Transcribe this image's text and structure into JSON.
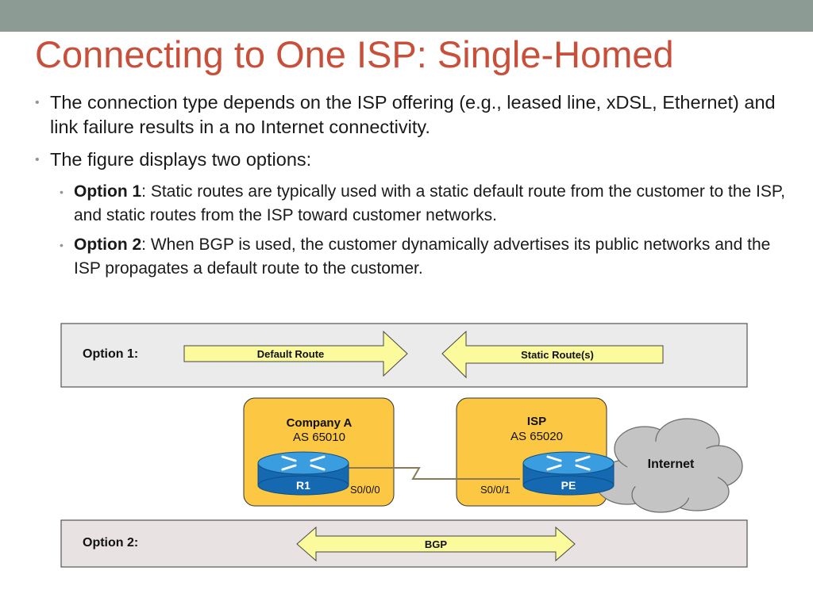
{
  "slide": {
    "title": "Connecting to One ISP: Single-Homed",
    "bullet1": "The connection type depends on the ISP offering (e.g., leased line, xDSL, Ethernet) and link failure results in a no Internet connectivity.",
    "bullet2": "The figure displays two options:",
    "option1_label": "Option 1",
    "option1_text": ": Static routes are typically used with a static default route from the customer to the ISP, and static routes from the ISP toward customer networks.",
    "option2_label": "Option 2",
    "option2_text": ": When BGP is used, the customer dynamically advertises its public networks and the ISP propagates a default route to the customer."
  },
  "diagram": {
    "option1_box_label": "Option 1:",
    "default_route": "Default Route",
    "static_routes": "Static Route(s)",
    "company_name": "Company A",
    "company_as": "AS 65010",
    "router_r1": "R1",
    "r1_interface": "S0/0/0",
    "isp_name": "ISP",
    "isp_as": "AS 65020",
    "router_pe": "PE",
    "pe_interface": "S0/0/1",
    "internet": "Internet",
    "option2_box_label": "Option 2:",
    "bgp": "BGP"
  },
  "colors": {
    "title": "#c8503a",
    "top_bar": "#8c9c94",
    "arrow_fill": "#fbfa9c",
    "site_box": "#fcc844",
    "router": "#1d7ec7",
    "option1_bg": "#ebebeb",
    "option2_bg": "#e9e2e2"
  }
}
